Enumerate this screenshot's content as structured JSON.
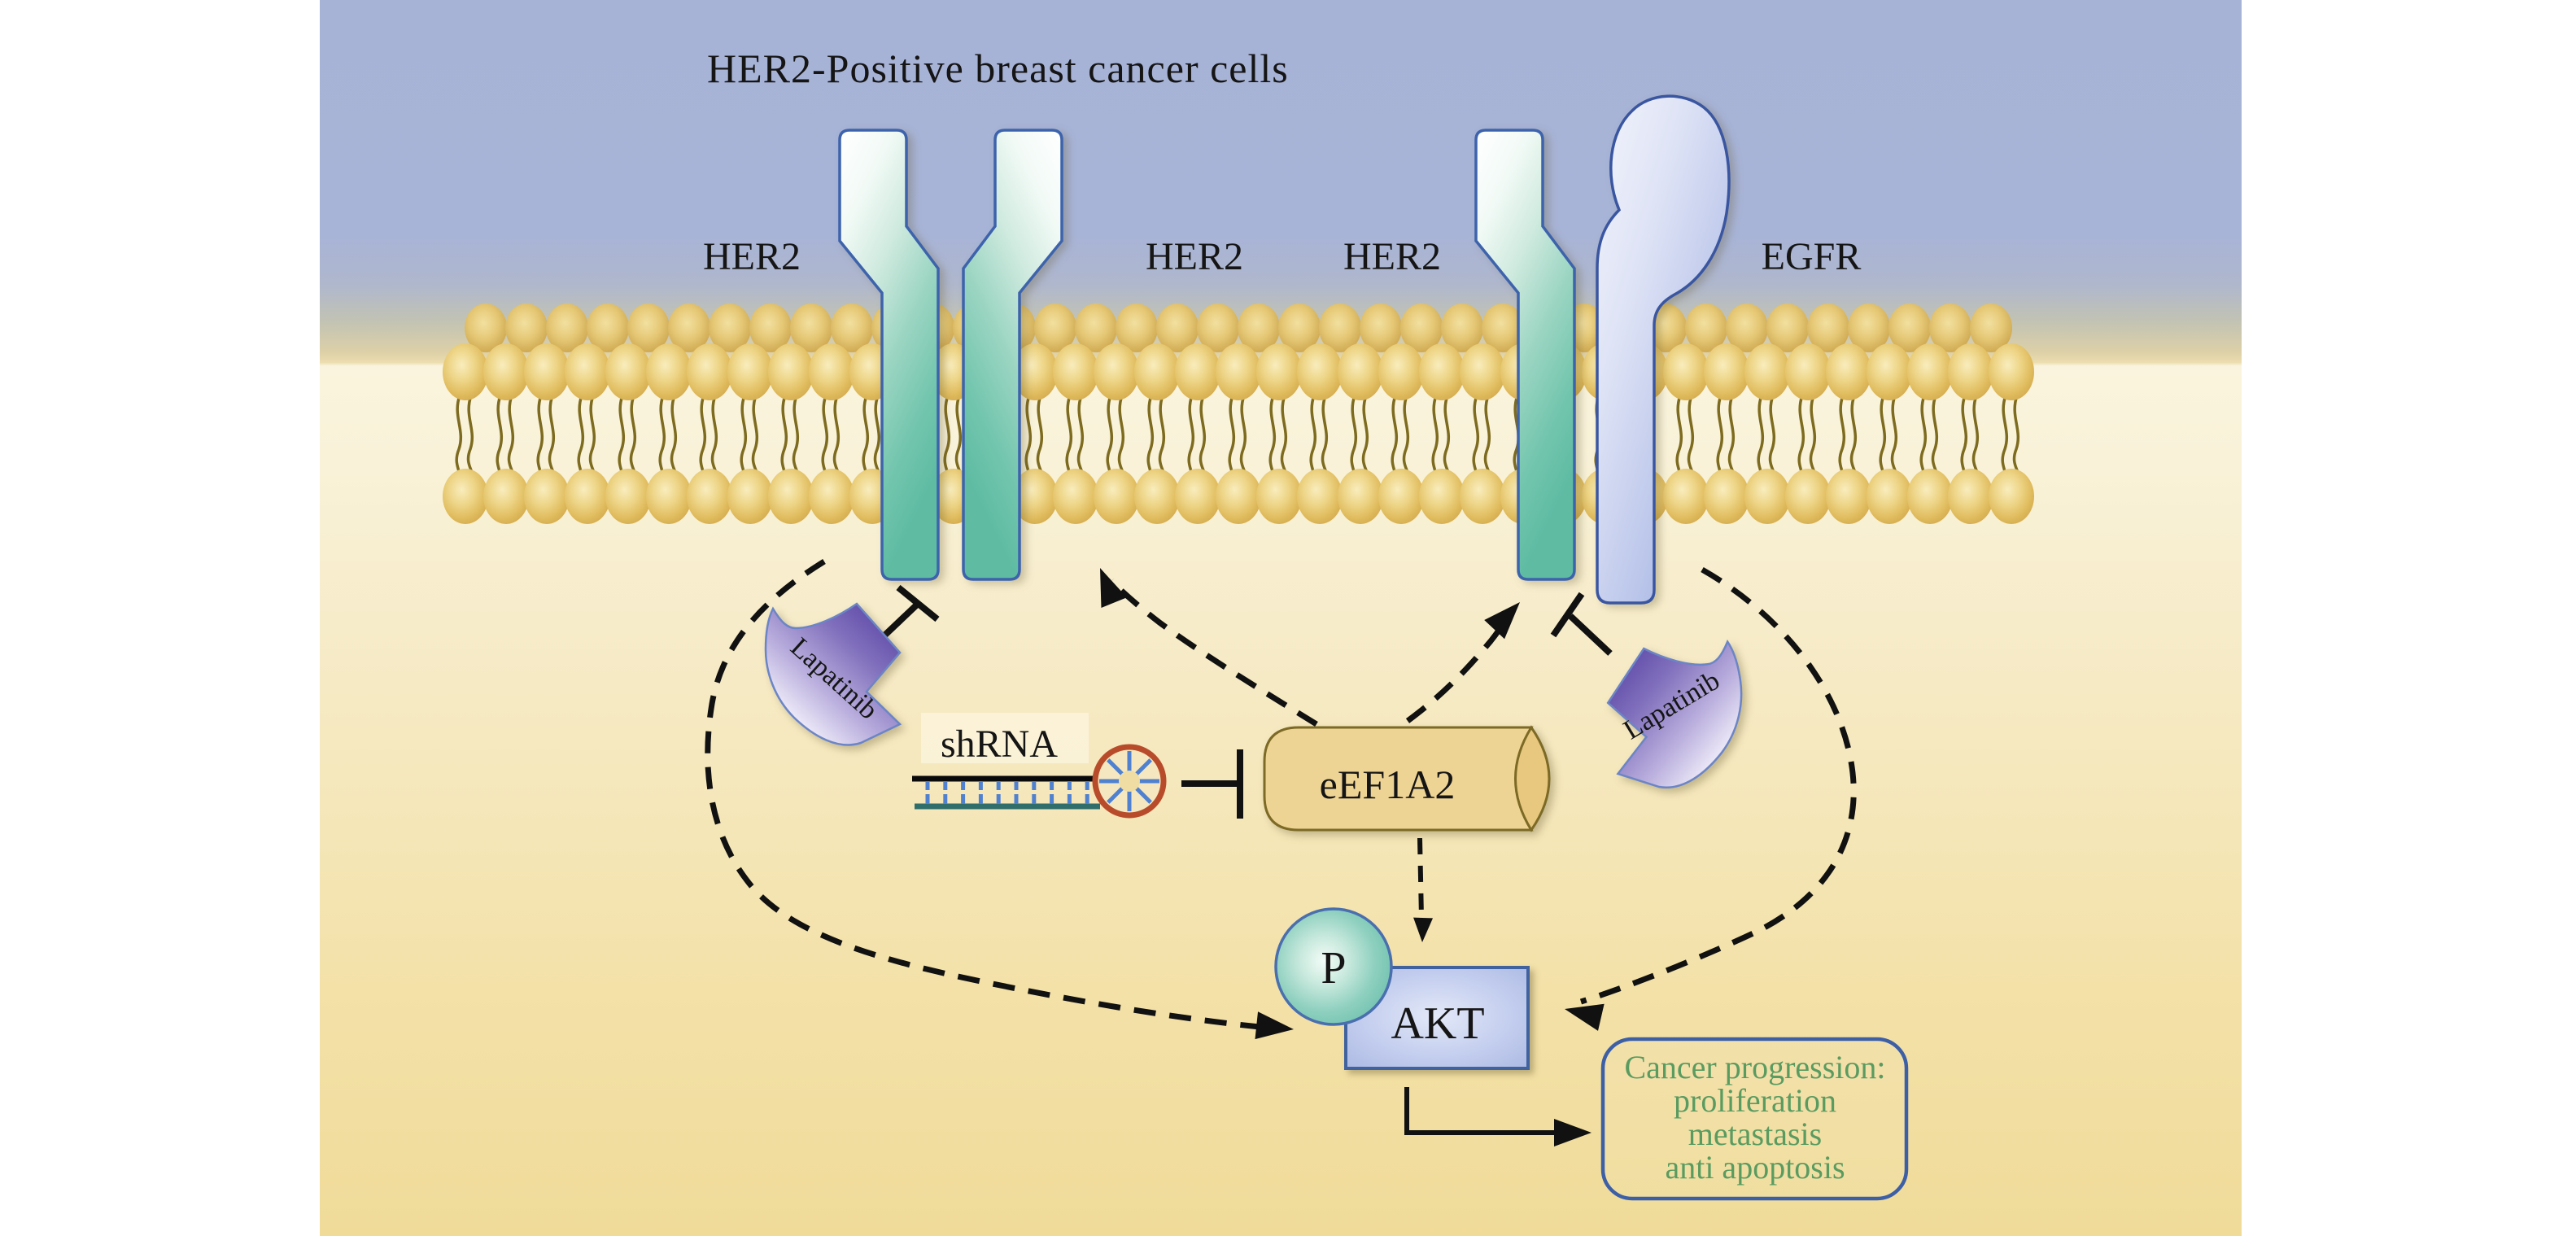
{
  "figure": {
    "title": "HER2-Positive breast cancer cells",
    "receptor_labels": [
      "HER2",
      "HER2",
      "HER2",
      "EGFR"
    ],
    "drug_labels": {
      "left": "Lapatinib",
      "right": "Lapatinib"
    },
    "shrna_label": "shRNA",
    "eef1a2_label": "eEF1A2",
    "phospho_label": "P",
    "akt_label": "AKT",
    "outcome": {
      "title": "Cancer progression:",
      "items": [
        "proliferation",
        "metastasis",
        "anti apoptosis"
      ]
    },
    "relationships": [
      {
        "from": "Lapatinib",
        "to": "HER2-HER2 dimer",
        "type": "inhibition"
      },
      {
        "from": "Lapatinib",
        "to": "HER2-EGFR dimer",
        "type": "inhibition"
      },
      {
        "from": "shRNA",
        "to": "eEF1A2",
        "type": "inhibition"
      },
      {
        "from": "eEF1A2",
        "to": "HER2-HER2 dimer",
        "type": "dashed-activation"
      },
      {
        "from": "eEF1A2",
        "to": "HER2-EGFR dimer",
        "type": "dashed-activation"
      },
      {
        "from": "eEF1A2",
        "to": "AKT",
        "type": "dashed-activation"
      },
      {
        "from": "HER2-HER2 dimer",
        "to": "P-AKT",
        "type": "dashed-activation"
      },
      {
        "from": "HER2-EGFR dimer",
        "to": "AKT",
        "type": "dashed-activation"
      },
      {
        "from": "AKT",
        "to": "Cancer progression",
        "type": "activation"
      }
    ],
    "colors": {
      "extracellular_blue": "#a7b3d6",
      "cytoplasm_cream": "#f2e0a4",
      "membrane_gold": "#e7c767",
      "receptor_teal": "#62bda4",
      "egfr_blue": "#9fb0de",
      "outline_blue": "#40629e",
      "lapatinib_purple": "#5b47a6",
      "eef1a2_gold": "#eed494",
      "akt_box_blue": "#b7c3e8",
      "phospho_teal": "#5fb8a6",
      "outcome_text_green": "#5a9b60",
      "shrna_loop_red": "#b84c2a",
      "shrna_rung_blue": "#4f81d0",
      "shrna_strand_teal": "#2f6e6a",
      "arrow_black": "#111111"
    }
  }
}
